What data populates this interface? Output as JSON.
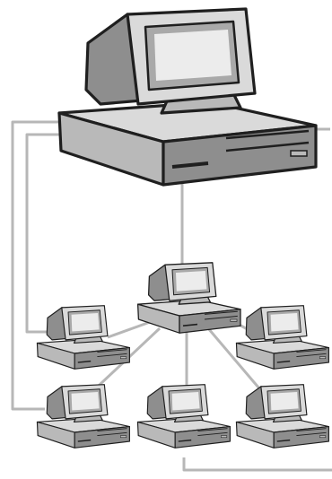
{
  "colors": {
    "background": "#ffffff",
    "cable": "#b7b7b7",
    "outline": "#1f1f1f",
    "body_light": "#dadada",
    "body_mid": "#b9b9b9",
    "body_dark": "#8e8e8e",
    "screen": "#ececec",
    "screen_frame": "#a9a9a9"
  },
  "nodes": [
    {
      "id": "server",
      "role": "server",
      "icon": "desktop-computer-icon"
    },
    {
      "id": "hub",
      "role": "hub-workstation",
      "icon": "desktop-computer-icon"
    },
    {
      "id": "ws-1",
      "role": "workstation",
      "icon": "desktop-computer-icon"
    },
    {
      "id": "ws-2",
      "role": "workstation",
      "icon": "desktop-computer-icon"
    },
    {
      "id": "ws-3",
      "role": "workstation",
      "icon": "desktop-computer-icon"
    },
    {
      "id": "ws-4",
      "role": "workstation",
      "icon": "desktop-computer-icon"
    },
    {
      "id": "ws-5",
      "role": "workstation",
      "icon": "desktop-computer-icon"
    }
  ],
  "links": [
    {
      "from": "server",
      "to": "hub"
    },
    {
      "from": "hub",
      "to": "ws-1"
    },
    {
      "from": "hub",
      "to": "ws-2"
    },
    {
      "from": "hub",
      "to": "ws-3"
    },
    {
      "from": "hub",
      "to": "ws-4"
    },
    {
      "from": "hub",
      "to": "ws-5"
    },
    {
      "from": "server",
      "to": "ws-1"
    },
    {
      "from": "server",
      "to": "ws-3"
    }
  ]
}
